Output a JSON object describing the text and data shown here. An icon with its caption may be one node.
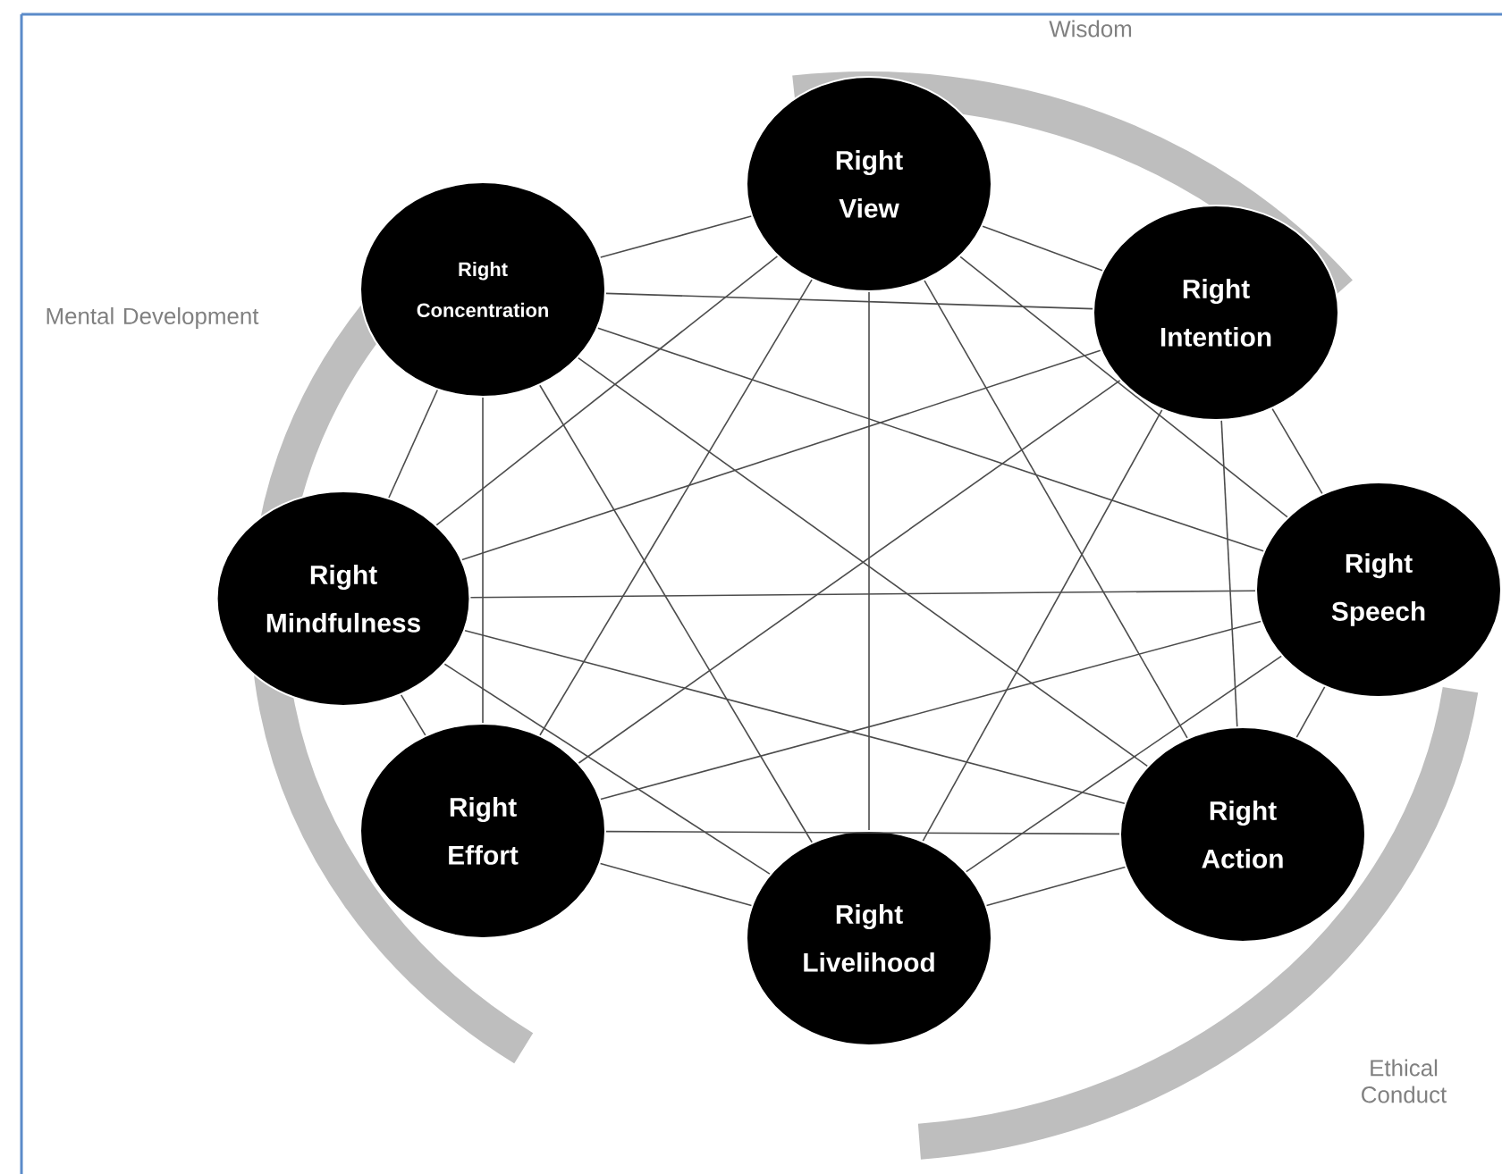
{
  "diagram": {
    "nodes": [
      {
        "text": [
          "Right View"
        ]
      },
      {
        "text": [
          "Right Intention"
        ]
      },
      {
        "text": [
          "Right Speech"
        ]
      },
      {
        "text": [
          "Right Action"
        ]
      },
      {
        "text": [
          "Right Livelihood"
        ]
      },
      {
        "text": [
          "Right Effort"
        ]
      },
      {
        "text": [
          "Right Mindfulness"
        ]
      },
      {
        "text": [
          "Right Concentration"
        ]
      }
    ],
    "edges": [
      {
        "from": 0,
        "to": 1,
        "arrow": "none"
      },
      {
        "from": 0,
        "to": 2,
        "arrow": "none"
      },
      {
        "from": 0,
        "to": 3,
        "arrow": "none"
      },
      {
        "from": 0,
        "to": 4,
        "arrow": "none"
      },
      {
        "from": 0,
        "to": 5,
        "arrow": "none"
      },
      {
        "from": 0,
        "to": 6,
        "arrow": "none"
      },
      {
        "from": 0,
        "to": 7,
        "arrow": "none"
      },
      {
        "from": 1,
        "to": 2,
        "arrow": "none"
      },
      {
        "from": 1,
        "to": 3,
        "arrow": "none"
      },
      {
        "from": 1,
        "to": 4,
        "arrow": "none"
      },
      {
        "from": 1,
        "to": 5,
        "arrow": "none"
      },
      {
        "from": 1,
        "to": 6,
        "arrow": "none"
      },
      {
        "from": 1,
        "to": 7,
        "arrow": "none"
      },
      {
        "from": 2,
        "to": 3,
        "arrow": "none"
      },
      {
        "from": 2,
        "to": 4,
        "arrow": "none"
      },
      {
        "from": 2,
        "to": 5,
        "arrow": "none"
      },
      {
        "from": 2,
        "to": 6,
        "arrow": "none"
      },
      {
        "from": 2,
        "to": 7,
        "arrow": "none"
      },
      {
        "from": 3,
        "to": 4,
        "arrow": "none"
      },
      {
        "from": 3,
        "to": 5,
        "arrow": "none"
      },
      {
        "from": 3,
        "to": 6,
        "arrow": "none"
      },
      {
        "from": 3,
        "to": 7,
        "arrow": "none"
      },
      {
        "from": 4,
        "to": 5,
        "arrow": "none"
      },
      {
        "from": 4,
        "to": 6,
        "arrow": "none"
      },
      {
        "from": 4,
        "to": 7,
        "arrow": "none"
      },
      {
        "from": 5,
        "to": 6,
        "arrow": "none"
      },
      {
        "from": 5,
        "to": 7,
        "arrow": "none"
      },
      {
        "from": 6,
        "to": 7,
        "arrow": "none"
      }
    ],
    "labels": [
      "Wisdom",
      "Mental Development",
      "Ethical Conduct"
    ]
  }
}
